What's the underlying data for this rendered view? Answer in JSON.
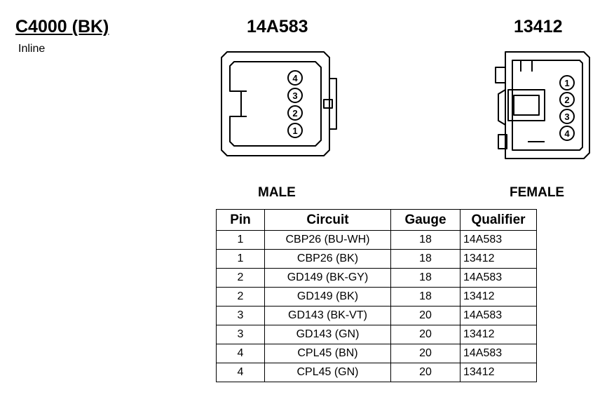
{
  "connector": {
    "title": "C4000 (BK)",
    "subtitle": "Inline",
    "male_part_number": "14A583",
    "female_part_number": "13412",
    "male_label": "MALE",
    "female_label": "FEMALE"
  },
  "male_pins": [
    "4",
    "3",
    "2",
    "1"
  ],
  "female_pins": [
    "1",
    "2",
    "3",
    "4"
  ],
  "table": {
    "headers": [
      "Pin",
      "Circuit",
      "Gauge",
      "Qualifier"
    ],
    "rows": [
      [
        "1",
        "CBP26 (BU-WH)",
        "18",
        "14A583"
      ],
      [
        "1",
        "CBP26 (BK)",
        "18",
        "13412"
      ],
      [
        "2",
        "GD149 (BK-GY)",
        "18",
        "14A583"
      ],
      [
        "2",
        "GD149 (BK)",
        "18",
        "13412"
      ],
      [
        "3",
        "GD143 (BK-VT)",
        "20",
        "14A583"
      ],
      [
        "3",
        "GD143 (GN)",
        "20",
        "13412"
      ],
      [
        "4",
        "CPL45 (BN)",
        "20",
        "14A583"
      ],
      [
        "4",
        "CPL45 (GN)",
        "20",
        "13412"
      ]
    ]
  }
}
